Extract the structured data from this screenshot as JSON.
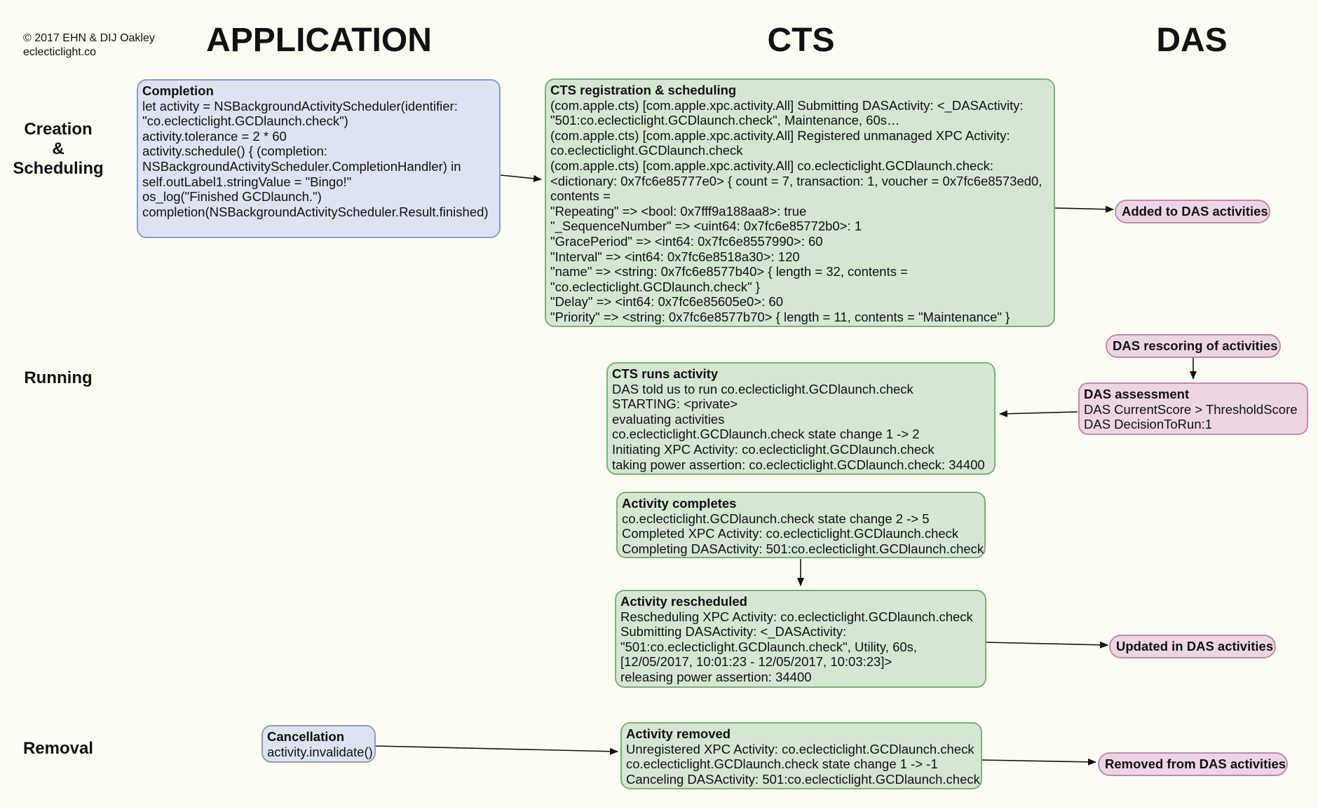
{
  "copyright": "© 2017 EHN & DIJ Oakley\neclecticlight.co",
  "columns": {
    "application": "APPLICATION",
    "cts": "CTS",
    "das": "DAS"
  },
  "rows": {
    "creation": "Creation\n&\nScheduling",
    "running": "Running",
    "removal": "Removal"
  },
  "completion": {
    "title": "Completion",
    "lines": [
      "let activity = NSBackgroundActivityScheduler(identifier:",
      "\"co.eclecticlight.GCDlaunch.check\")",
      "activity.tolerance = 2 * 60",
      "activity.schedule() { (completion:",
      "NSBackgroundActivityScheduler.CompletionHandler) in",
      "self.outLabel1.stringValue = \"Bingo!\"",
      "os_log(\"Finished GCDlaunch.\")",
      "completion(NSBackgroundActivityScheduler.Result.finished)"
    ]
  },
  "cts_registration": {
    "title": "CTS registration & scheduling",
    "lines": [
      "(com.apple.cts) [com.apple.xpc.activity.All] Submitting DASActivity: <_DASActivity:",
      "\"501:co.eclecticlight.GCDlaunch.check\", Maintenance, 60s…",
      "(com.apple.cts) [com.apple.xpc.activity.All] Registered unmanaged XPC Activity:",
      "co.eclecticlight.GCDlaunch.check",
      "(com.apple.cts) [com.apple.xpc.activity.All] co.eclecticlight.GCDlaunch.check:",
      "<dictionary: 0x7fc6e85777e0> { count = 7, transaction: 1, voucher = 0x7fc6e8573ed0,",
      "contents =",
      "\"Repeating\" => <bool: 0x7fff9a188aa8>: true",
      "\"_SequenceNumber\" => <uint64: 0x7fc6e85772b0>: 1",
      "\"GracePeriod\" => <int64: 0x7fc6e8557990>: 60",
      "\"Interval\" => <int64: 0x7fc6e8518a30>: 120",
      "\"name\" => <string: 0x7fc6e8577b40> { length = 32, contents =",
      "\"co.eclecticlight.GCDlaunch.check\" }",
      "\"Delay\" => <int64: 0x7fc6e85605e0>: 60",
      "\"Priority\" => <string: 0x7fc6e8577b70> { length = 11, contents = \"Maintenance\" }"
    ]
  },
  "added_das": "Added to DAS activities",
  "das_rescoring": "DAS rescoring of activities",
  "das_assessment": {
    "title": "DAS assessment",
    "lines": [
      "DAS CurrentScore > ThresholdScore",
      "DAS DecisionToRun:1"
    ]
  },
  "cts_runs": {
    "title": "CTS runs activity",
    "lines": [
      "DAS told us to run co.eclecticlight.GCDlaunch.check",
      "STARTING: <private>",
      "evaluating activities",
      "co.eclecticlight.GCDlaunch.check state change 1 -> 2",
      "Initiating XPC Activity: co.eclecticlight.GCDlaunch.check",
      "taking power assertion: co.eclecticlight.GCDlaunch.check: 34400"
    ]
  },
  "activity_completes": {
    "title": "Activity completes",
    "lines": [
      "co.eclecticlight.GCDlaunch.check state change 2 -> 5",
      "Completed XPC Activity: co.eclecticlight.GCDlaunch.check",
      "Completing DASActivity: 501:co.eclecticlight.GCDlaunch.check"
    ]
  },
  "activity_rescheduled": {
    "title": "Activity rescheduled",
    "lines": [
      "Rescheduling XPC Activity: co.eclecticlight.GCDlaunch.check",
      "Submitting DASActivity: <_DASActivity:",
      "\"501:co.eclecticlight.GCDlaunch.check\", Utility, 60s,",
      "[12/05/2017, 10:01:23 - 12/05/2017, 10:03:23]>",
      "releasing power assertion: 34400"
    ]
  },
  "updated_das": "Updated in DAS activities",
  "cancellation": {
    "title": "Cancellation",
    "lines": [
      "activity.invalidate()"
    ]
  },
  "activity_removed": {
    "title": "Activity removed",
    "lines": [
      "Unregistered XPC Activity: co.eclecticlight.GCDlaunch.check",
      "co.eclecticlight.GCDlaunch.check state change 1 -> -1",
      "Canceling DASActivity: 501:co.eclecticlight.GCDlaunch.check"
    ]
  },
  "removed_das": "Removed from DAS activities",
  "colors": {
    "background": "#fdfcf2",
    "application_box": "#dde3f0",
    "cts_box": "#d5e7d3",
    "das_box": "#ecd6e3"
  }
}
